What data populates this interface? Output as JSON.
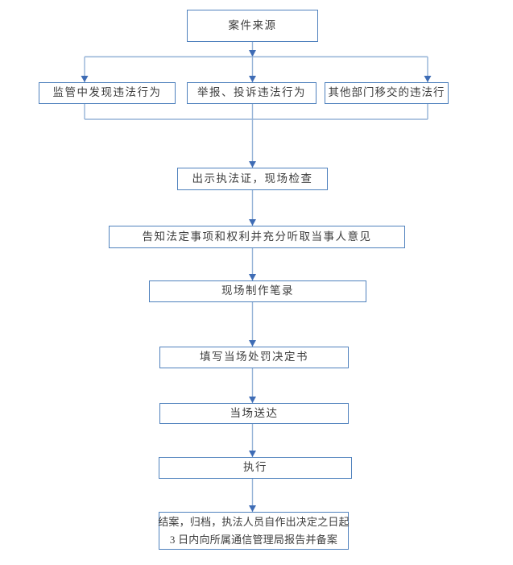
{
  "flowchart": {
    "nodes": {
      "case_source": {
        "label": "案件来源"
      },
      "branch_supervision": {
        "label": "监管中发现违法行为"
      },
      "branch_complaint": {
        "label": "举报、投诉违法行为"
      },
      "branch_transfer": {
        "label": "其他部门移交的违法行"
      },
      "show_credentials": {
        "label": "出示执法证，现场检查"
      },
      "inform_rights": {
        "label": "告知法定事项和权利并充分听取当事人意见"
      },
      "onsite_record": {
        "label": "现场制作笔录"
      },
      "fill_decision": {
        "label": "填写当场处罚决定书"
      },
      "onsite_delivery": {
        "label": "当场送达"
      },
      "execution": {
        "label": "执行"
      },
      "case_closing": {
        "line1": "结案，归档，执法人员自作出决定之日起",
        "line2": "3 日内向所属通信管理局报告并备案"
      }
    },
    "colors": {
      "box_border": "#4f81bd",
      "connector": "#95b3d7",
      "arrowhead": "#3e6cb5",
      "text": "#3d3d3d"
    }
  }
}
